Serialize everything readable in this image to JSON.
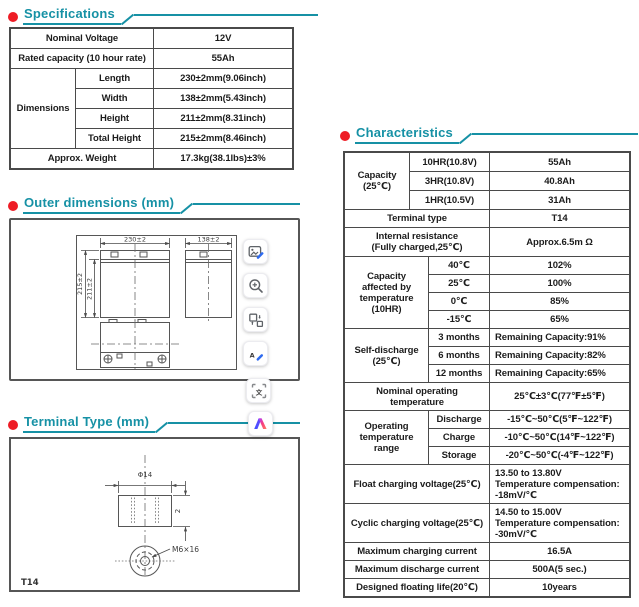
{
  "colors": {
    "accent_teal": "#1691a5",
    "bullet_red": "#ee1c25",
    "table_border": "#4a4a4a",
    "icon_blue": "#2e6bf0",
    "logo_pink": "#f8407c",
    "logo_blue": "#3f51ff"
  },
  "specifications": {
    "title": "Specifications",
    "rows_simple": [
      {
        "label": "Nominal Voltage",
        "value": "12V"
      },
      {
        "label": "Rated capacity (10 hour rate)",
        "value": "55Ah"
      }
    ],
    "dimensions_label": "Dimensions",
    "dimension_rows": [
      {
        "label": "Length",
        "value": "230±2mm(9.06inch)"
      },
      {
        "label": "Width",
        "value": "138±2mm(5.43inch)"
      },
      {
        "label": "Height",
        "value": "211±2mm(8.31inch)"
      },
      {
        "label": "Total Height",
        "value": "215±2mm(8.46inch)"
      }
    ],
    "weight_row": {
      "label": "Approx. Weight",
      "value": "17.3kg(38.1lbs)±3%"
    }
  },
  "outer_dimensions": {
    "title": "Outer dimensions  (mm)",
    "labels": {
      "width": "230±2",
      "depth": "138±2",
      "total_height": "215±2",
      "case_height": "211±2"
    }
  },
  "terminal": {
    "title": "Terminal Type (mm)",
    "labels": {
      "diameter": "Φ14",
      "step_height": "2",
      "bolt": "M6×16",
      "type": "T14"
    }
  },
  "characteristics": {
    "title": "Characteristics",
    "capacity": {
      "label": "Capacity\n(25℃)",
      "rows": [
        {
          "cond": "10HR(10.8V)",
          "value": "55Ah"
        },
        {
          "cond": "3HR(10.8V)",
          "value": "40.8Ah"
        },
        {
          "cond": "1HR(10.5V)",
          "value": "31Ah"
        }
      ]
    },
    "terminal_type": {
      "label": "Terminal type",
      "value": "T14"
    },
    "internal_resistance": {
      "label": "Internal resistance\n(Fully charged,25℃)",
      "value": "Approx.6.5m Ω"
    },
    "capacity_temperature": {
      "label": "Capacity\naffected by\ntemperature\n(10HR)",
      "rows": [
        {
          "cond": "40℃",
          "value": "102%"
        },
        {
          "cond": "25℃",
          "value": "100%"
        },
        {
          "cond": "0℃",
          "value": "85%"
        },
        {
          "cond": "-15℃",
          "value": "65%"
        }
      ]
    },
    "self_discharge": {
      "label": "Self-discharge\n(25℃)",
      "rows": [
        {
          "cond": "3 months",
          "value": "Remaining Capacity:91%"
        },
        {
          "cond": "6 months",
          "value": "Remaining Capacity:82%"
        },
        {
          "cond": "12 months",
          "value": "Remaining Capacity:65%"
        }
      ]
    },
    "nominal_temp": {
      "label": "Nominal operating\ntemperature",
      "value": "25℃±3℃(77℉±5℉)"
    },
    "operating_range": {
      "label": "Operating\ntemperature\nrange",
      "rows": [
        {
          "cond": "Discharge",
          "value": "-15℃~50℃(5℉~122℉)"
        },
        {
          "cond": "Charge",
          "value": "-10℃~50℃(14℉~122℉)"
        },
        {
          "cond": "Storage",
          "value": "-20℃~50℃(-4℉~122℉)"
        }
      ]
    },
    "float_charging": {
      "label": "Float charging voltage(25℃)",
      "value": "13.50 to 13.80V\nTemperature compensation:\n-18mV/℃"
    },
    "cyclic_charging": {
      "label": "Cyclic charging voltage(25℃)",
      "value": "14.50 to 15.00V\nTemperature compensation:\n-30mV/℃"
    },
    "max_charge_current": {
      "label": "Maximum charging current",
      "value": "16.5A"
    },
    "max_discharge_current": {
      "label": "Maximum discharge current",
      "value": "500A(5 sec.)"
    },
    "design_life": {
      "label": "Designed floating life(20℃)",
      "value": "10years"
    }
  },
  "toolbar": {
    "icons": [
      "edit-image-icon",
      "zoom-in-icon",
      "replace-image-icon",
      "edit-text-icon",
      "capture-translate-icon",
      "assistant-logo-icon"
    ],
    "translate_glyph": "文",
    "edit_text_glyph": "A"
  }
}
